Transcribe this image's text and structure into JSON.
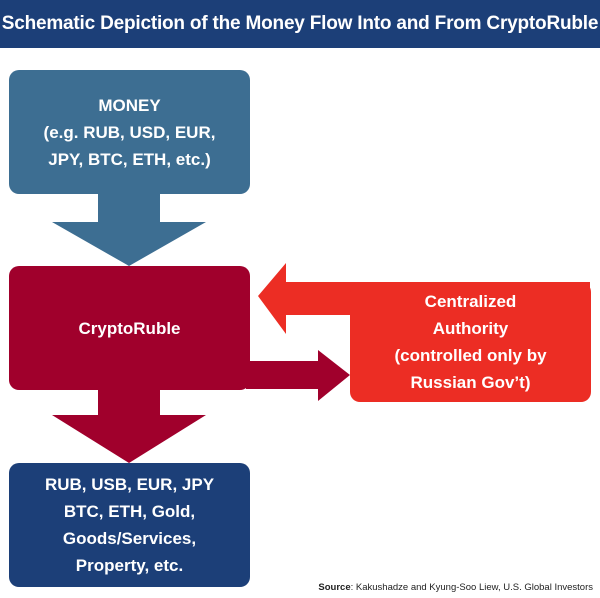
{
  "title": "Schematic Depiction of the Money Flow Into and From CryptoRuble",
  "colors": {
    "title_bar": "#1c3f78",
    "money": "#3d6e92",
    "cryptoruble": "#a0002c",
    "authority": "#ec2d24",
    "output": "#1c3f78"
  },
  "nodes": {
    "money": {
      "line1": "MONEY",
      "line2": "(e.g. RUB, USD, EUR,",
      "line3": "JPY, BTC, ETH, etc.)"
    },
    "cryptoruble": {
      "line1": "CryptoRuble"
    },
    "authority": {
      "line1": "Centralized",
      "line2": "Authority",
      "line3": "(controlled only by",
      "line4": "Russian Gov’t)"
    },
    "output": {
      "line1": "RUB, USB, EUR, JPY",
      "line2": "BTC, ETH, Gold,",
      "line3": "Goods/Services,",
      "line4": "Property, etc."
    }
  },
  "source": {
    "label": "Source",
    "text": ": Kakushadze and Kyung-Soo Liew, U.S. Global Investors"
  }
}
